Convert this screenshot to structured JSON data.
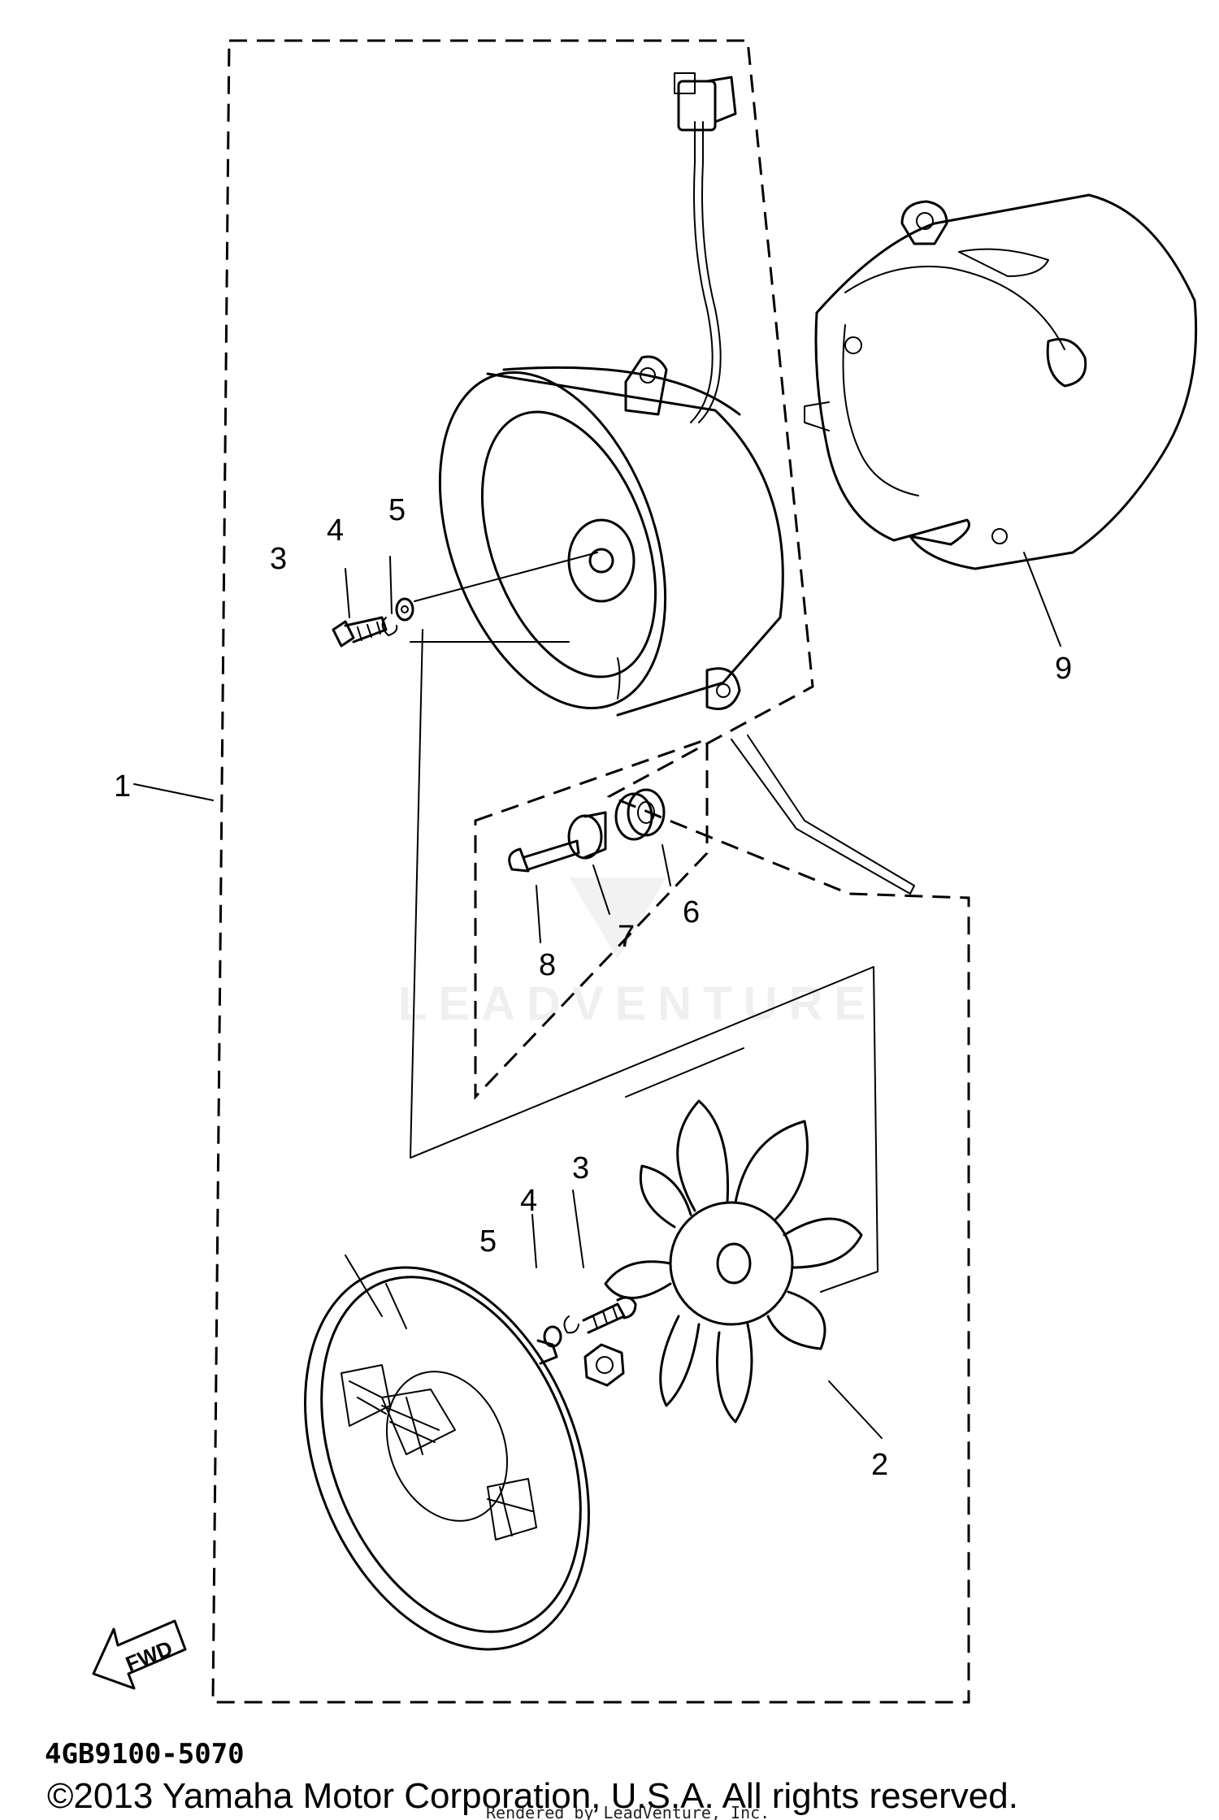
{
  "diagram": {
    "callouts": {
      "c1": "1",
      "c2": "2",
      "c3a": "3",
      "c4a": "4",
      "c5a": "5",
      "c3b": "3",
      "c4b": "4",
      "c5b": "5",
      "c6": "6",
      "c7": "7",
      "c8": "8",
      "c9": "9"
    },
    "fwd_label": "FWD",
    "part_number": "4GB9100-5070",
    "watermark": "LEADVENTURE"
  },
  "footer": {
    "copyright": "©2013 Yamaha Motor Corporation, U.S.A. All rights reserved.",
    "rendered_by": "Rendered by LeadVenture, Inc."
  }
}
